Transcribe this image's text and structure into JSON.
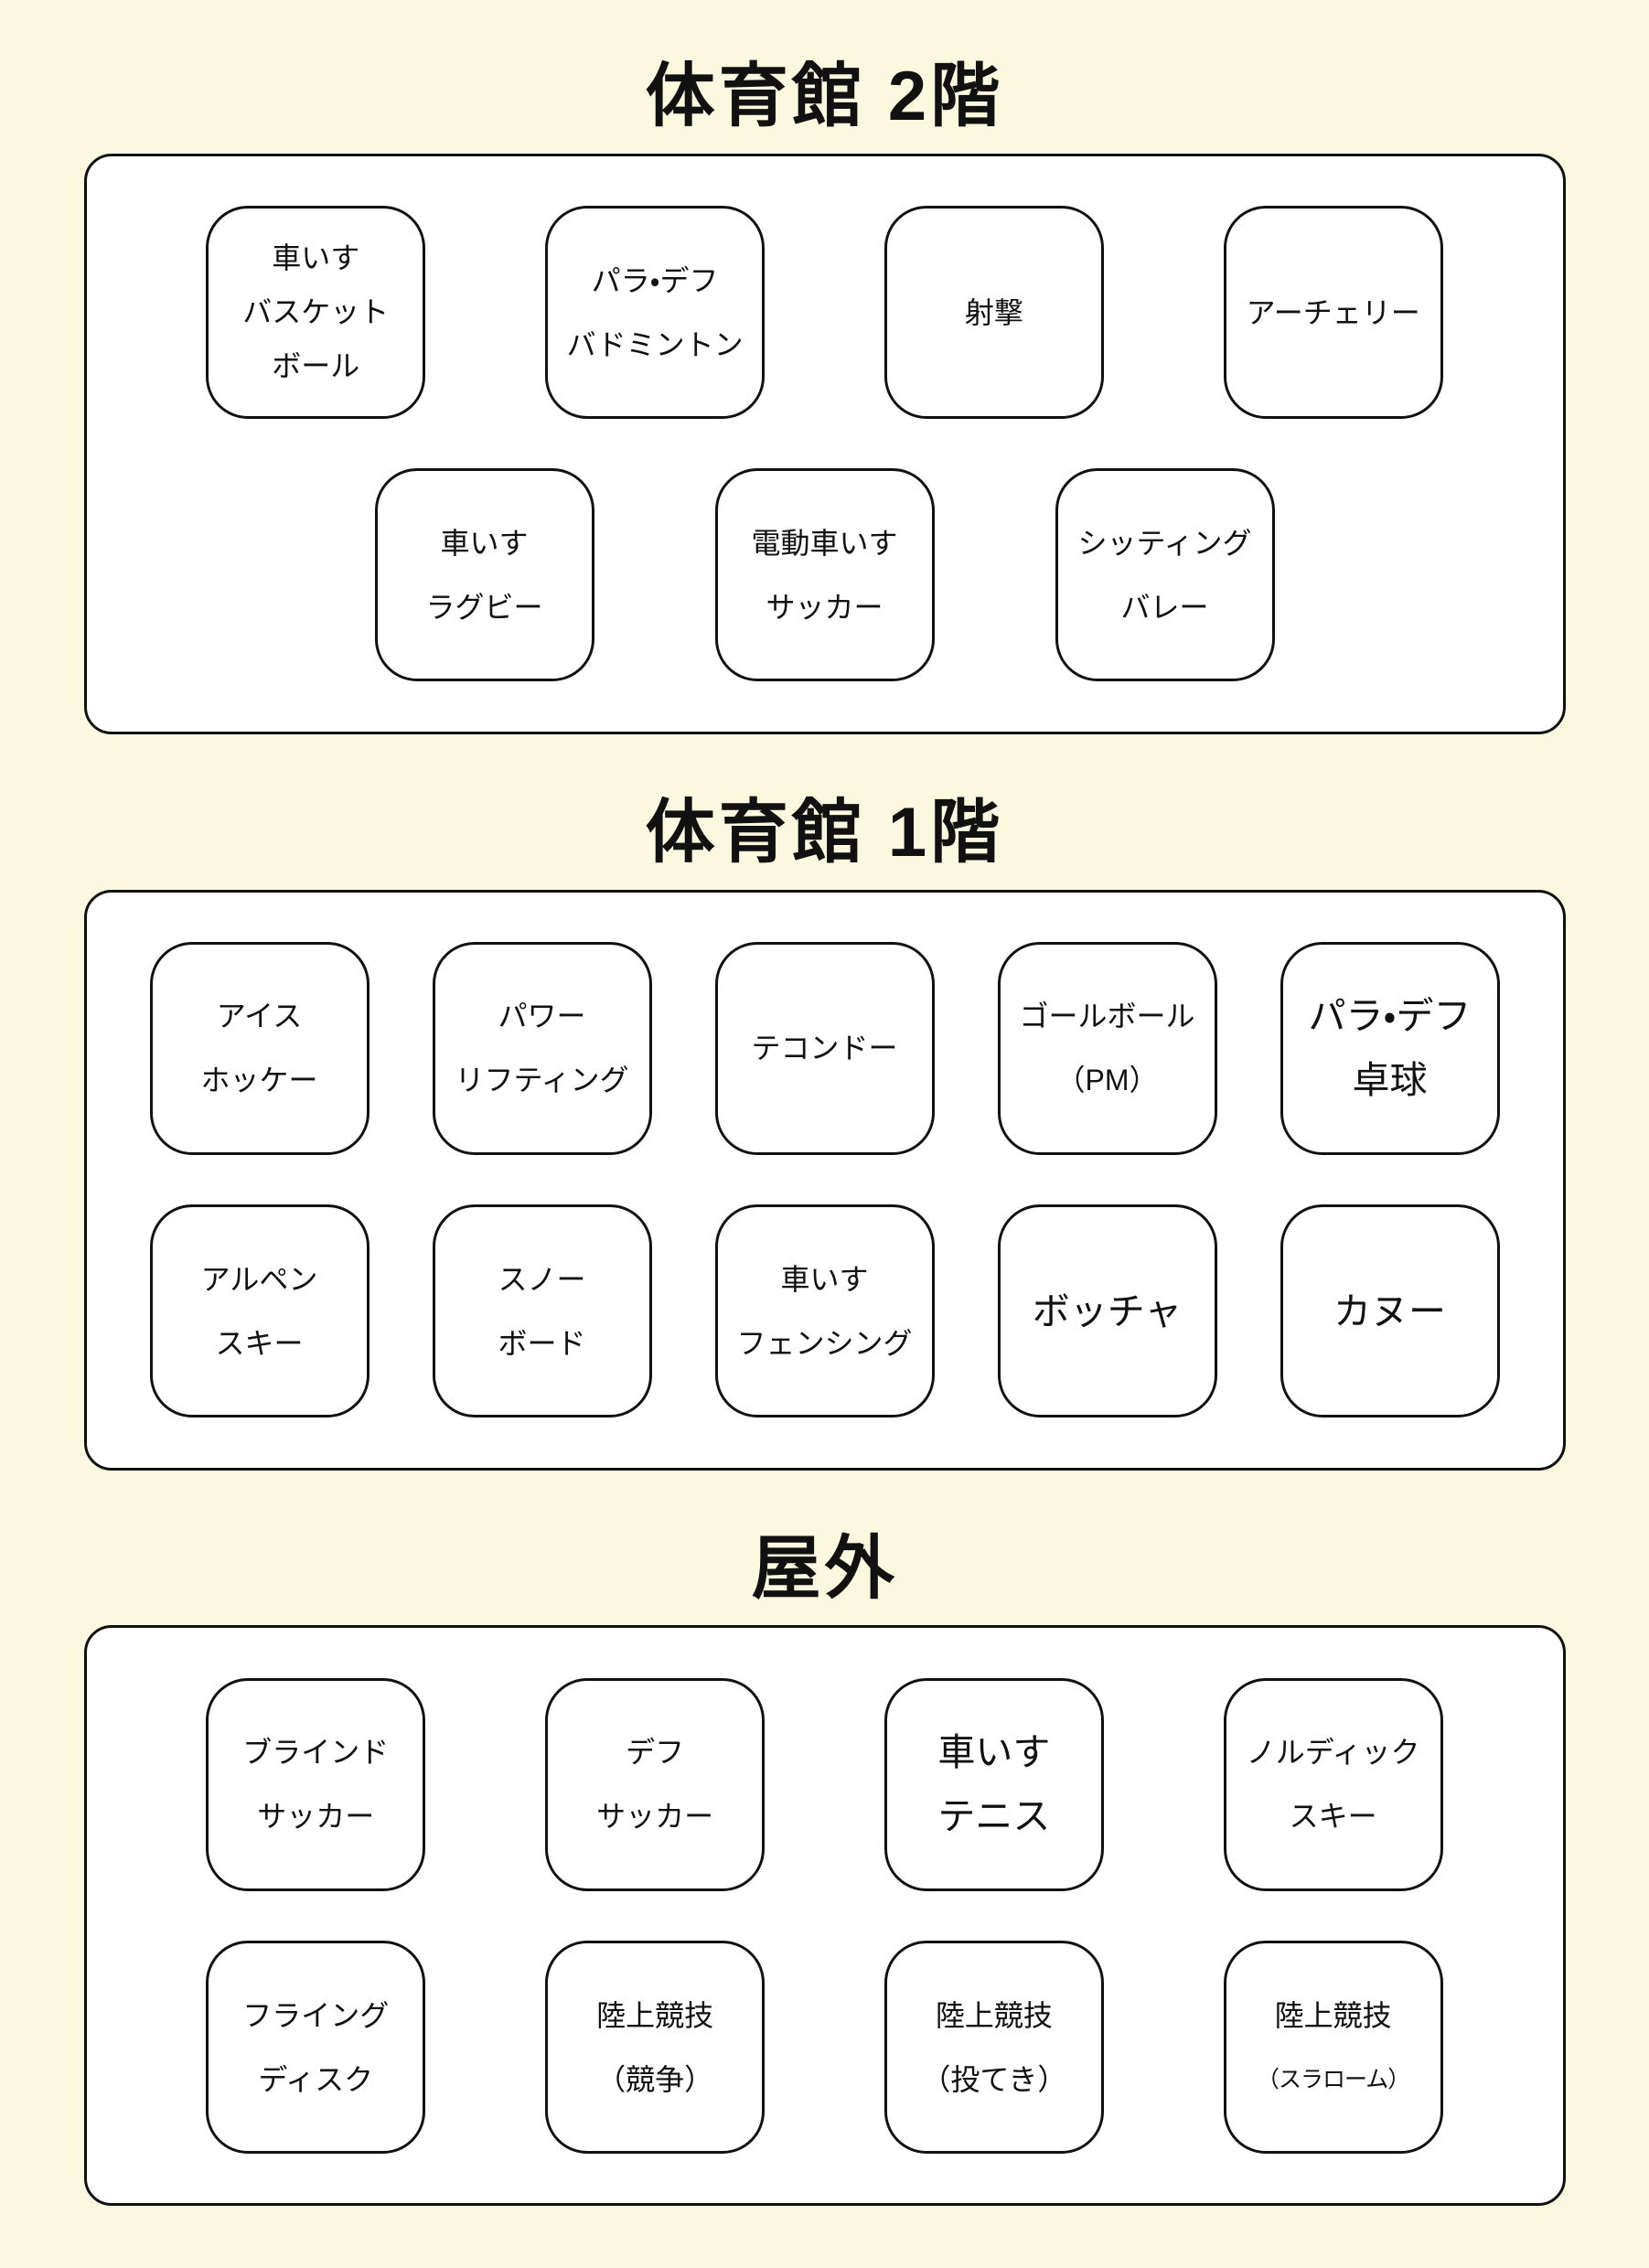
{
  "page": {
    "background_color": "#faf8de",
    "surface_color": "#ffffff",
    "line_color": "#111111"
  },
  "sections": [
    {
      "title": "体育館 2階",
      "rows": [
        {
          "cards": [
            {
              "lines": [
                "車いす",
                "バスケット",
                "ボール"
              ]
            },
            {
              "lines": [
                "パラ・デフ",
                "バドミントン"
              ]
            },
            {
              "lines": [
                "射撃"
              ]
            },
            {
              "lines": [
                "アーチェリー"
              ]
            }
          ]
        },
        {
          "cards": [
            {
              "lines": [
                "車いす",
                "ラグビー"
              ]
            },
            {
              "lines": [
                "電動車いす",
                "サッカー"
              ]
            },
            {
              "lines": [
                "シッティング",
                "バレー"
              ]
            }
          ]
        }
      ]
    },
    {
      "title": "体育館 1階",
      "rows": [
        {
          "cards": [
            {
              "lines": [
                "アイス",
                "ホッケー"
              ]
            },
            {
              "lines": [
                "パワー",
                "リフティング"
              ]
            },
            {
              "lines": [
                "テコンドー"
              ]
            },
            {
              "lines": [
                "ゴールボール",
                "（PM）"
              ]
            },
            {
              "lines": [
                "パラ・デフ",
                "卓球"
              ]
            }
          ]
        },
        {
          "cards": [
            {
              "lines": [
                "アルペン",
                "スキー"
              ]
            },
            {
              "lines": [
                "スノー",
                "ボード"
              ]
            },
            {
              "lines": [
                "車いす",
                "フェンシング"
              ]
            },
            {
              "lines": [
                "ボッチャ"
              ]
            },
            {
              "lines": [
                "カヌー"
              ]
            }
          ]
        }
      ]
    },
    {
      "title": "屋外",
      "rows": [
        {
          "cards": [
            {
              "lines": [
                "ブラインド",
                "サッカー"
              ]
            },
            {
              "lines": [
                "デフ",
                "サッカー"
              ]
            },
            {
              "lines": [
                "車いす",
                "テニス"
              ]
            },
            {
              "lines": [
                "ノルディック",
                "スキー"
              ]
            }
          ]
        },
        {
          "cards": [
            {
              "lines": [
                "フライング",
                "ディスク"
              ]
            },
            {
              "lines": [
                "陸上競技",
                "（競争）"
              ]
            },
            {
              "lines": [
                "陸上競技",
                "（投てき）"
              ]
            },
            {
              "lines": [
                "陸上競技",
                "（スラローム）"
              ]
            }
          ]
        }
      ]
    }
  ]
}
